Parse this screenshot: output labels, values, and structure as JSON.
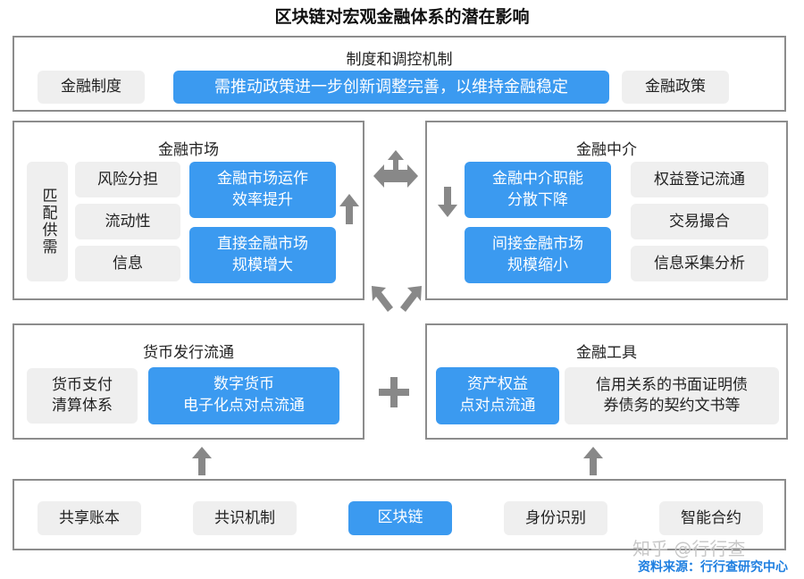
{
  "title": "区块链对宏观金融体系的潜在影响",
  "institution": {
    "title": "制度和调控机制",
    "left": "金融制度",
    "center": "需推动政策进一步创新调整完善，以维持金融稳定",
    "right": "金融政策"
  },
  "market": {
    "title": "金融市场",
    "match": "匹配供需",
    "items": [
      "风险分担",
      "流动性",
      "信息"
    ],
    "effects": [
      "金融市场运作\n效率提升",
      "直接金融市场\n规模增大"
    ]
  },
  "intermediary": {
    "title": "金融中介",
    "effects": [
      "金融中介职能\n分散下降",
      "间接金融市场\n规模缩小"
    ],
    "items": [
      "权益登记流通",
      "交易撮合",
      "信息采集分析"
    ]
  },
  "currency": {
    "title": "货币发行流通",
    "left": "货币支付\n清算体系",
    "effect": "数字货币\n电子化点对点流通"
  },
  "tools": {
    "title": "金融工具",
    "effect": "资产权益\n点对点流通",
    "right": "信用关系的书面证明债\n券债务的契约文书等"
  },
  "tech": [
    "共享账本",
    "共识机制",
    "区块链",
    "身份识别",
    "智能合约"
  ],
  "watermark": "知乎 @行行查",
  "source": "资料来源：行行查研究中心",
  "colors": {
    "accent": "#3b9af0",
    "arrow": "#888888",
    "box": "#efefef",
    "border": "#8c8c8c"
  }
}
